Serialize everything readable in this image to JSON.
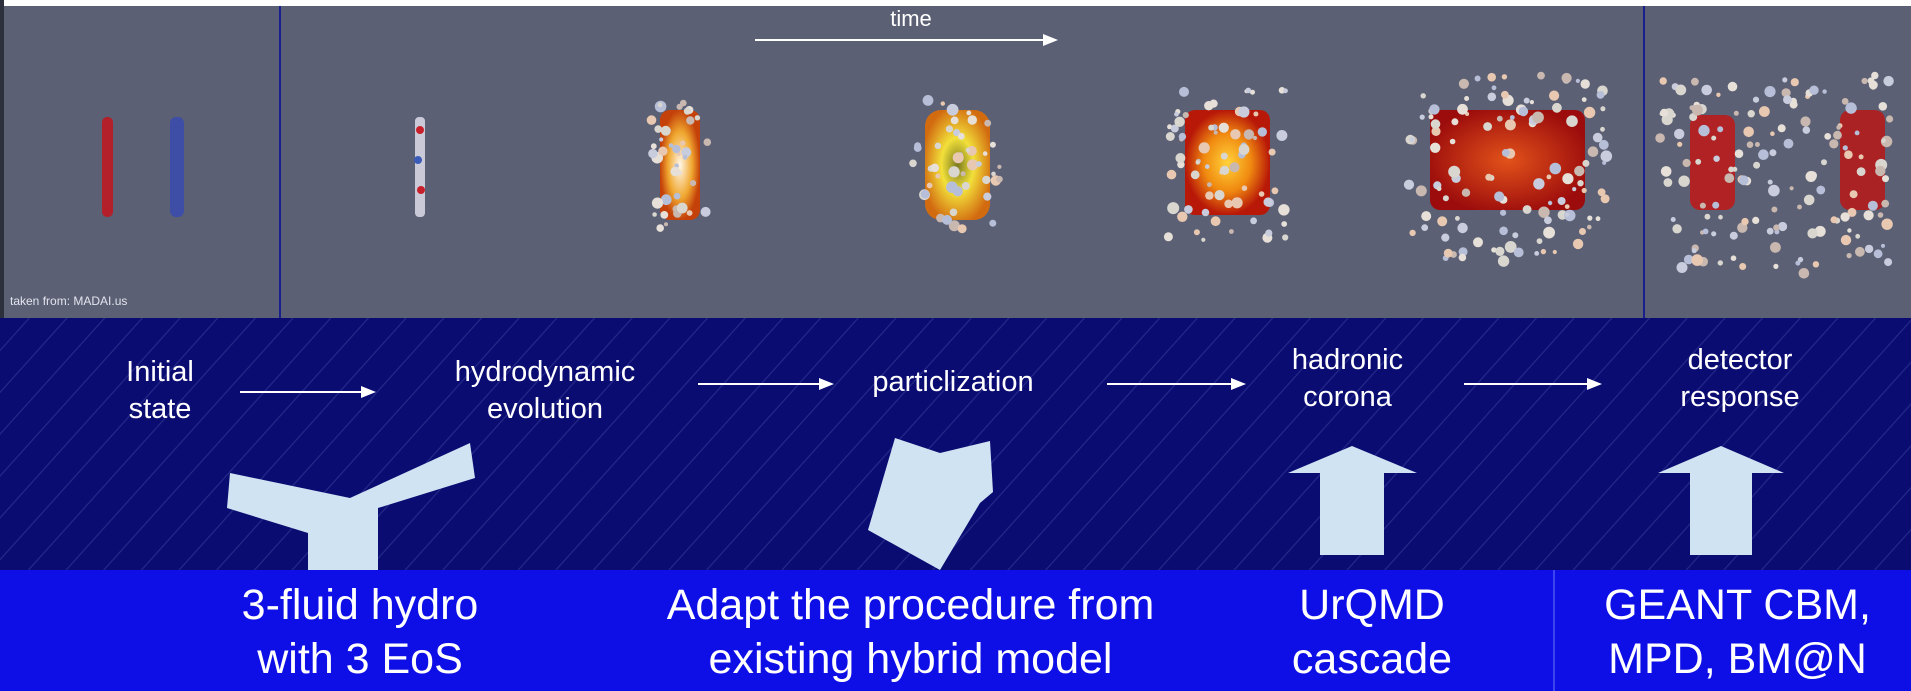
{
  "top_panel": {
    "time_label": "time",
    "credit": "taken from: MADAI.us"
  },
  "stages": [
    {
      "line1": "Initial",
      "line2": "state"
    },
    {
      "line1": "hydrodynamic",
      "line2": "evolution"
    },
    {
      "line1": "particlization",
      "line2": ""
    },
    {
      "line1": "hadronic",
      "line2": "corona"
    },
    {
      "line1": "detector",
      "line2": "response"
    }
  ],
  "bottom_labels": [
    {
      "line1": "3-fluid hydro",
      "line2": "with 3 EoS"
    },
    {
      "line1": "Adapt the procedure from",
      "line2": "existing hybrid model"
    },
    {
      "line1": "UrQMD",
      "line2": "cascade"
    },
    {
      "line1": "GEANT CBM,",
      "line2": "MPD, BM@N"
    }
  ],
  "colors": {
    "sim_background": "#5c6074",
    "band_background": "#0a0c72",
    "bottom_background": "#0e0ee6",
    "block_arrow": "#cfe3f3",
    "text": "#ffffff"
  }
}
